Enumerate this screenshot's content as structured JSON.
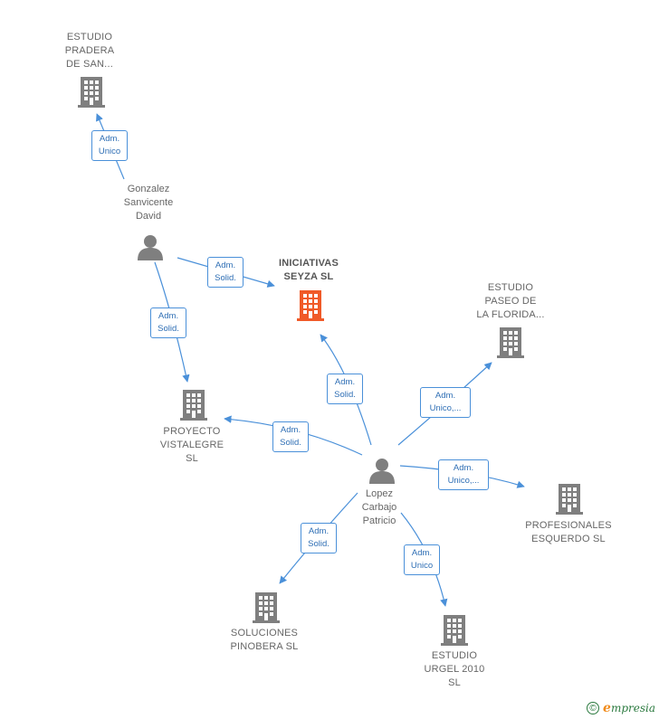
{
  "colors": {
    "company": "#7f7f7f",
    "main_company": "#f05a28",
    "person": "#7f7f7f",
    "edge": "#4a90d9"
  },
  "icons": {
    "company": "building-icon",
    "person": "person-icon"
  },
  "nodes": {
    "iniciativas": {
      "lines": [
        "INICIATIVAS",
        "SEYZA  SL"
      ]
    },
    "pradera": {
      "lines": [
        "ESTUDIO",
        "PRADERA",
        "DE SAN..."
      ]
    },
    "gonzalez": {
      "lines": [
        "Gonzalez",
        "Sanvicente",
        "David"
      ]
    },
    "proyecto": {
      "lines": [
        "PROYECTO",
        "VISTALEGRE",
        "SL"
      ]
    },
    "paseo": {
      "lines": [
        "ESTUDIO",
        "PASEO DE",
        "LA FLORIDA..."
      ]
    },
    "lopez": {
      "lines": [
        "Lopez",
        "Carbajo",
        "Patricio"
      ]
    },
    "profesionales": {
      "lines": [
        "PROFESIONALES",
        "ESQUERDO  SL"
      ]
    },
    "soluciones": {
      "lines": [
        "SOLUCIONES",
        "PINOBERA  SL"
      ]
    },
    "urgel": {
      "lines": [
        "ESTUDIO",
        "URGEL 2010",
        "SL"
      ]
    }
  },
  "edges": {
    "gonzalez_pradera": [
      "Adm.",
      "Unico"
    ],
    "gonzalez_iniciativas": [
      "Adm.",
      "Solid."
    ],
    "gonzalez_proyecto": [
      "Adm.",
      "Solid."
    ],
    "lopez_iniciativas": [
      "Adm.",
      "Solid."
    ],
    "lopez_proyecto": [
      "Adm.",
      "Solid."
    ],
    "lopez_paseo": [
      "Adm.",
      "Unico,..."
    ],
    "lopez_profesionales": [
      "Adm.",
      "Unico,..."
    ],
    "lopez_soluciones": [
      "Adm.",
      "Solid."
    ],
    "lopez_urgel": [
      "Adm.",
      "Unico"
    ]
  },
  "footer": {
    "copyright": "©",
    "brand_initial": "e",
    "brand_rest": "mpresia"
  }
}
